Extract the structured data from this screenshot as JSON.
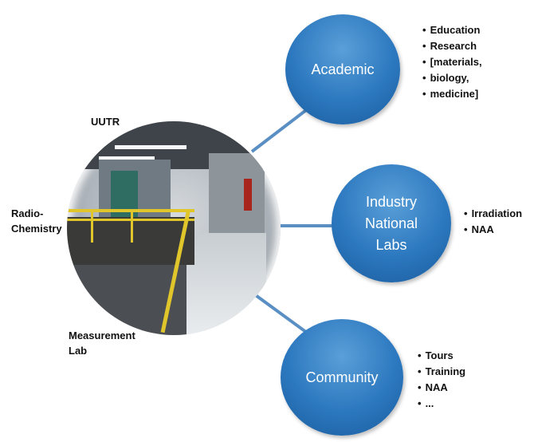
{
  "hub": {
    "labels": {
      "uutr": "UUTR",
      "radiochem_line1": "Radio-",
      "radiochem_line2": "Chemistry",
      "measurement_line1": "Measurement",
      "measurement_line2": "Lab"
    }
  },
  "nodes": {
    "academic": {
      "title": "Academic",
      "bullets": [
        "Education",
        "Research",
        "[materials,",
        "biology,",
        "medicine]"
      ]
    },
    "industry": {
      "title_line1": "Industry",
      "title_line2": "National",
      "title_line3": "Labs",
      "bullets": [
        "Irradiation",
        "NAA"
      ]
    },
    "community": {
      "title": "Community",
      "bullets": [
        "Tours",
        "Training",
        "NAA",
        "..."
      ]
    }
  },
  "colors": {
    "node_fill": "#2c78bf",
    "connector": "#5a8fc4"
  }
}
